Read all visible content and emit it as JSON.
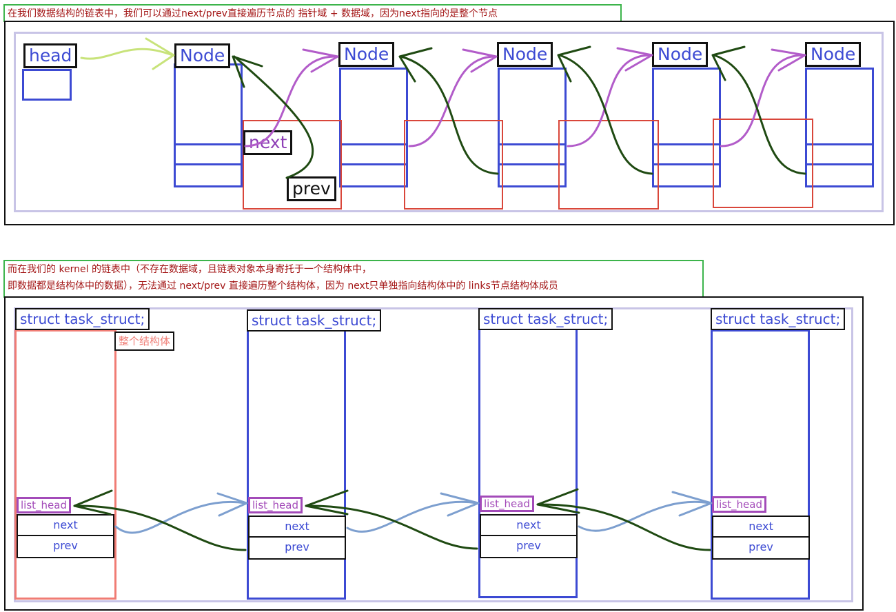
{
  "top": {
    "caption": "在我们数据结构的链表中，我们可以通过next/prev直接遍历节点的 指针域 + 数据域，因为next指向的是整个节点",
    "head_label": "head",
    "node_labels": [
      "Node",
      "Node",
      "Node",
      "Node",
      "Node"
    ],
    "next_label": "next",
    "prev_label": "prev"
  },
  "bottom": {
    "caption_line1": "而在我们的 kernel 的链表中（不存在数据域，且链表对象本身寄托于一个结构体中，",
    "caption_line2": "即数据都是结构体中的数据），无法通过 next/prev 直接遍历整个结构体，因为 next只单独指向结构体中的 links节点结构体成员",
    "struct_titles": [
      "struct task_struct;",
      "struct task_struct;",
      "struct task_struct;",
      "struct task_struct;"
    ],
    "whole_struct_note": "整个结构体",
    "list_heads": [
      "list_head",
      "list_head",
      "list_head",
      "list_head"
    ],
    "next_fields": [
      "next",
      "next",
      "next",
      "next"
    ],
    "prev_fields": [
      "prev",
      "prev",
      "prev",
      "prev"
    ]
  },
  "colors": {
    "caption_border": "#3cb44b",
    "caption_text": "#a31515",
    "node_blue": "#3c4ad3",
    "highlight_red": "#d9463a",
    "arrow_dark_green": "#1f4a12",
    "arrow_purple": "#b25cc9",
    "arrow_light_green": "#c8e37a",
    "arrow_steel_blue": "#7d9fcf",
    "list_head_purple": "#a34bb9",
    "struct_outline_pink": "#f07c74"
  }
}
